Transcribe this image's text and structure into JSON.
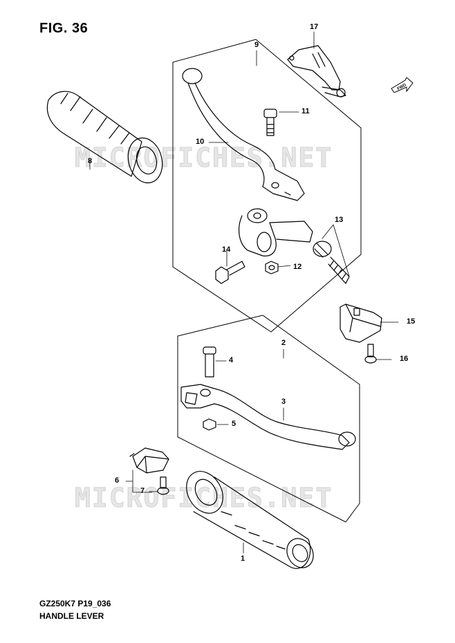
{
  "figure": {
    "title": "FIG. 36",
    "model_code": "GZ250K7 P19_036",
    "group_name": "HANDLE LEVER",
    "watermark": "MICROFICHES.NET",
    "fwd_label": "FWD"
  },
  "callouts": {
    "p1": "1",
    "p2": "2",
    "p3": "3",
    "p4": "4",
    "p5": "5",
    "p6": "6",
    "p7": "7",
    "p8": "8",
    "p9": "9",
    "p10": "10",
    "p11": "11",
    "p12": "12",
    "p13": "13",
    "p14": "14",
    "p15": "15",
    "p16": "16",
    "p17": "17"
  },
  "colors": {
    "line": "#000000",
    "watermark": "#e0e0e0",
    "background": "#ffffff"
  }
}
